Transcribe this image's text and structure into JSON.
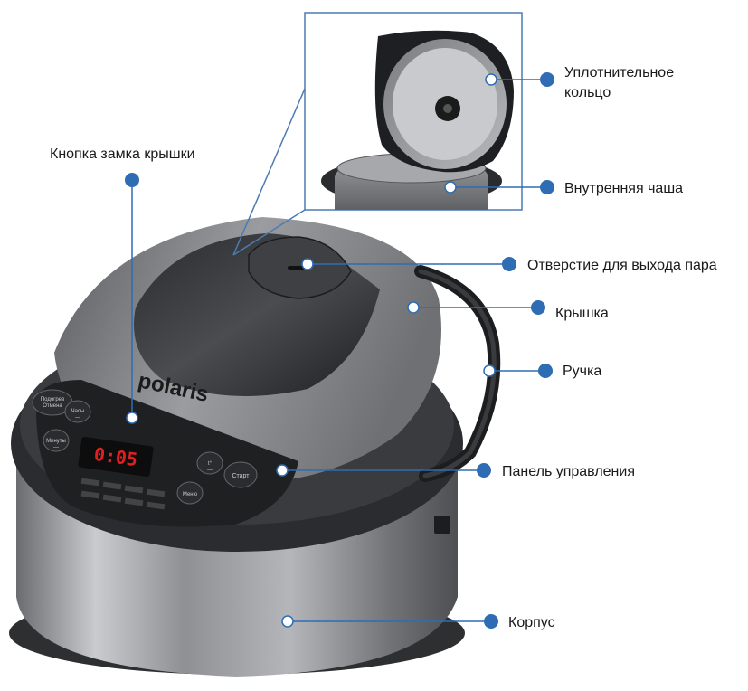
{
  "brand": "polaris",
  "display": {
    "time": "0:05"
  },
  "panel_buttons": {
    "b1": "Подогрев\nОтмена",
    "b2": "Часы\n—",
    "b3": "Минуты\n—",
    "b4": "t°\n—",
    "b5": "Старт",
    "b6": "Меню"
  },
  "callouts": {
    "seal_ring": "Уплотнительное кольцо",
    "inner_bowl": "Внутренняя чаша",
    "lid_lock_button": "Кнопка замка крышки",
    "steam_vent": "Отверстие для выхода пара",
    "lid": "Крышка",
    "handle": "Ручка",
    "control_panel": "Панель управления",
    "body": "Корпус"
  },
  "colors": {
    "marker": "#2e6db4",
    "leader": "#2e6db4",
    "inset_border": "#4d7bb0"
  }
}
